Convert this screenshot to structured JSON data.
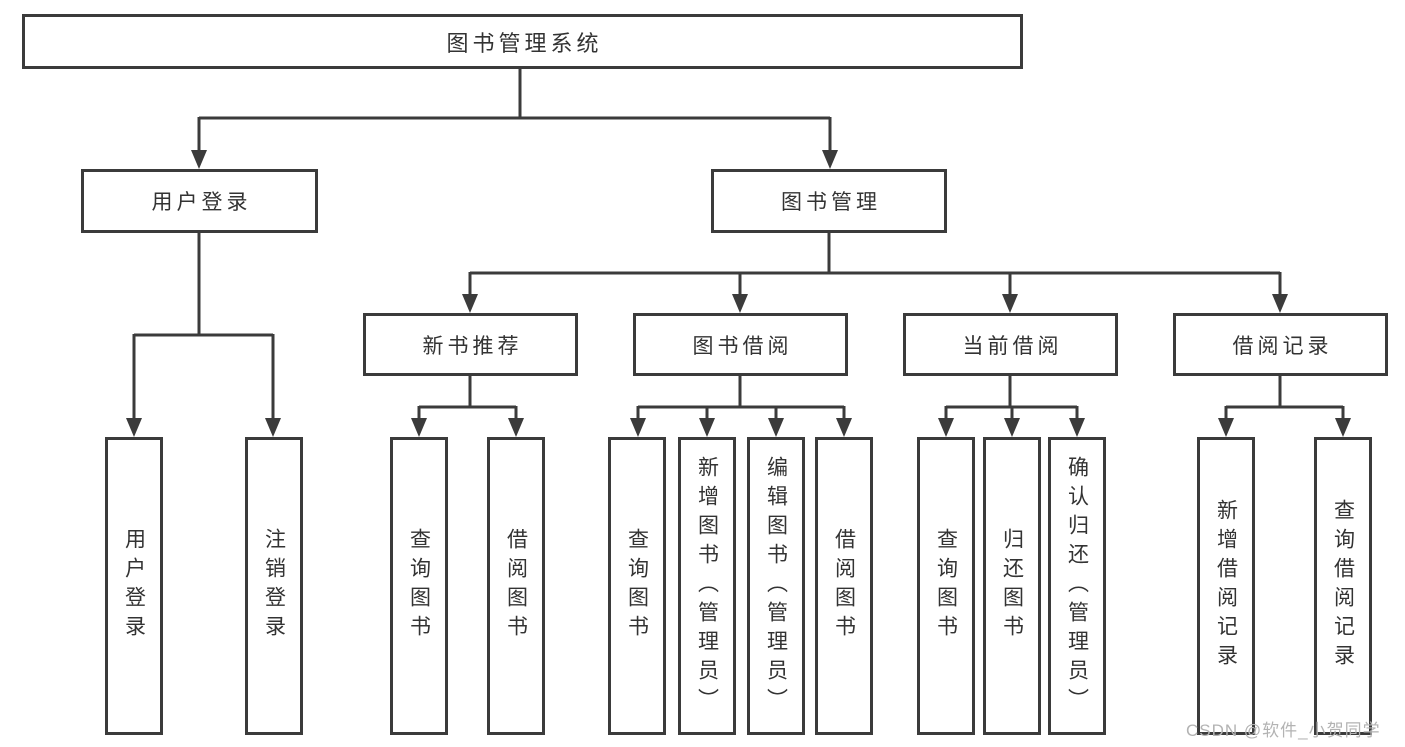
{
  "diagram": {
    "root": {
      "label": "图书管理系统"
    },
    "level2": [
      {
        "label": "用户登录"
      },
      {
        "label": "图书管理"
      }
    ],
    "level3": [
      {
        "label": "新书推荐"
      },
      {
        "label": "图书借阅"
      },
      {
        "label": "当前借阅"
      },
      {
        "label": "借阅记录"
      }
    ],
    "leaves": {
      "user_login": [
        "用户登录",
        "注销登录"
      ],
      "new_book": [
        "查询图书",
        "借阅图书"
      ],
      "book_borrow": [
        "查询图书",
        "新增图书（管理员）",
        "编辑图书（管理员）",
        "借阅图书"
      ],
      "current_borrow": [
        "查询图书",
        "归还图书",
        "确认归还（管理员）"
      ],
      "borrow_record": [
        "新增借阅记录",
        "查询借阅记录"
      ]
    }
  },
  "watermark": {
    "text": "CSDN @软件_小贺同学"
  },
  "colors": {
    "line": "#3b3b3b",
    "text": "#333333",
    "watermark": "#b3b3b3",
    "background": "#ffffff"
  }
}
